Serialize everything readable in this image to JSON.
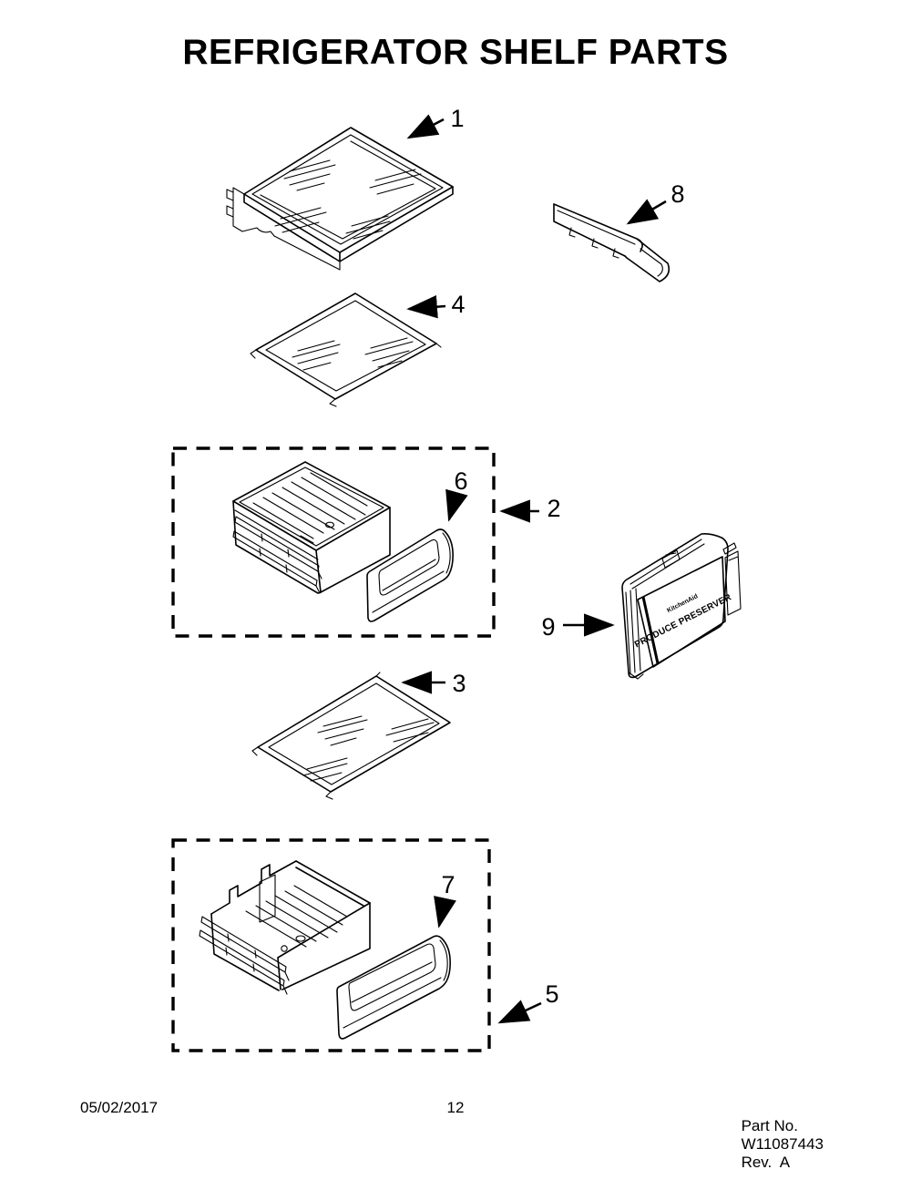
{
  "title": "REFRIGERATOR SHELF PARTS",
  "callouts": [
    {
      "label": "1"
    },
    {
      "label": "2"
    },
    {
      "label": "3"
    },
    {
      "label": "4"
    },
    {
      "label": "5"
    },
    {
      "label": "6"
    },
    {
      "label": "7"
    },
    {
      "label": "8"
    },
    {
      "label": "9"
    }
  ],
  "part9_label": {
    "brand": "KitchenAid",
    "name": "PRODUCE PRESERVER"
  },
  "footer": {
    "date": "05/02/2017",
    "page": "12",
    "part_label": "Part No.",
    "part_number": "W11087443",
    "revision": "Rev.  A"
  },
  "colors": {
    "line": "#000000",
    "background": "#ffffff"
  }
}
